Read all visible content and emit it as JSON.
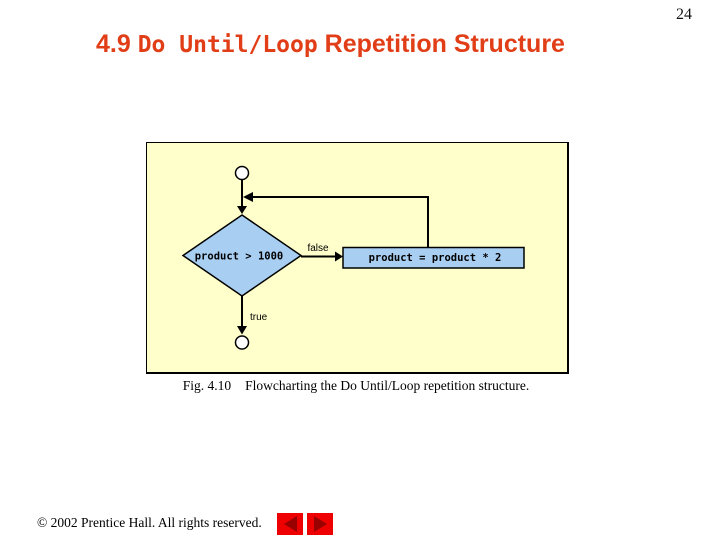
{
  "page_number": "24",
  "title": {
    "prefix": "4.9 ",
    "code": "Do Until/Loop",
    "suffix": " Repetition Structure",
    "color": "#E13E17"
  },
  "flowchart": {
    "panel_bg": "#FFFFCB",
    "shape_fill": "#A8CEF2",
    "decision_label": "product > 1000",
    "process_label": "product = product * 2",
    "false_label": "false",
    "true_label": "true"
  },
  "caption": {
    "fig_label": "Fig. 4.10",
    "text": "Flowcharting the Do Until/Loop repetition structure."
  },
  "footer": {
    "copyright": "© 2002 Prentice Hall.  All rights reserved.",
    "nav_back_icon": "left-triangle",
    "nav_forward_icon": "right-triangle",
    "button_color": "#EE0000",
    "arrow_color": "#990000"
  }
}
